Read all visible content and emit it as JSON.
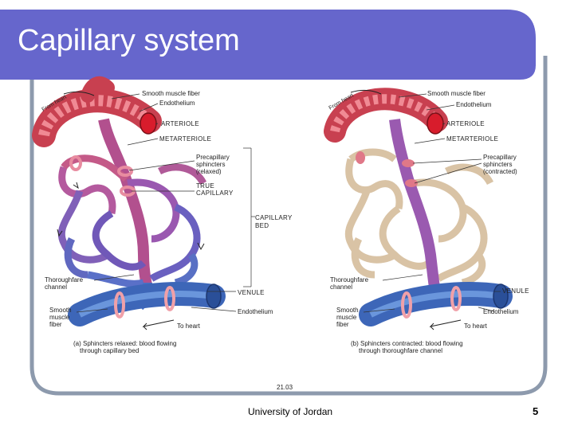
{
  "slide": {
    "title": "Capillary system",
    "footer": "University of Jordan",
    "page_number": "5"
  },
  "colors": {
    "title_bar": "#6666cc",
    "frame": "#7f8fa4",
    "artery": "#e06070",
    "vein": "#4a78c8",
    "capillary_open": "#b060b0",
    "capillary_closed": "#d9c3a5"
  },
  "diagram": {
    "left": {
      "from_heart": "From heart",
      "smooth_muscle_fiber": "Smooth muscle fiber",
      "endothelium": "Endothelium",
      "arteriole": "ARTERIOLE",
      "metarteriole": "METARTERIOLE",
      "precap_line1": "Precapillary",
      "precap_line2": "sphincters",
      "precap_line3": "(relaxed)",
      "true_cap_line1": "TRUE",
      "true_cap_line2": "CAPILLARY",
      "capillary_bed_line1": "CAPILLARY",
      "capillary_bed_line2": "BED",
      "thoroughfare_line1": "Thoroughfare",
      "thoroughfare_line2": "channel",
      "venule": "VENULE",
      "endothelium_lower": "Endothelium",
      "smooth_lower_line1": "Smooth",
      "smooth_lower_line2": "muscle",
      "smooth_lower_line3": "fiber",
      "to_heart": "To heart",
      "caption_line1": "(a) Sphincters relaxed: blood flowing",
      "caption_line2": "through capillary bed"
    },
    "right": {
      "from_heart": "From heart",
      "smooth_muscle_fiber": "Smooth muscle fiber",
      "endothelium": "Endothelium",
      "arteriole": "ARTERIOLE",
      "metarteriole": "METARTERIOLE",
      "precap_line1": "Precapillary",
      "precap_line2": "sphincters",
      "precap_line3": "(contracted)",
      "thoroughfare_line1": "Thoroughfare",
      "thoroughfare_line2": "channel",
      "venule": "VENULE",
      "endothelium_lower": "Endothelium",
      "smooth_lower_line1": "Smooth",
      "smooth_lower_line2": "muscle",
      "smooth_lower_line3": "fiber",
      "to_heart": "To heart",
      "caption_line1": "(b) Sphincters contracted: blood flowing",
      "caption_line2": "through thoroughfare channel"
    },
    "figure_code": "21.03"
  }
}
